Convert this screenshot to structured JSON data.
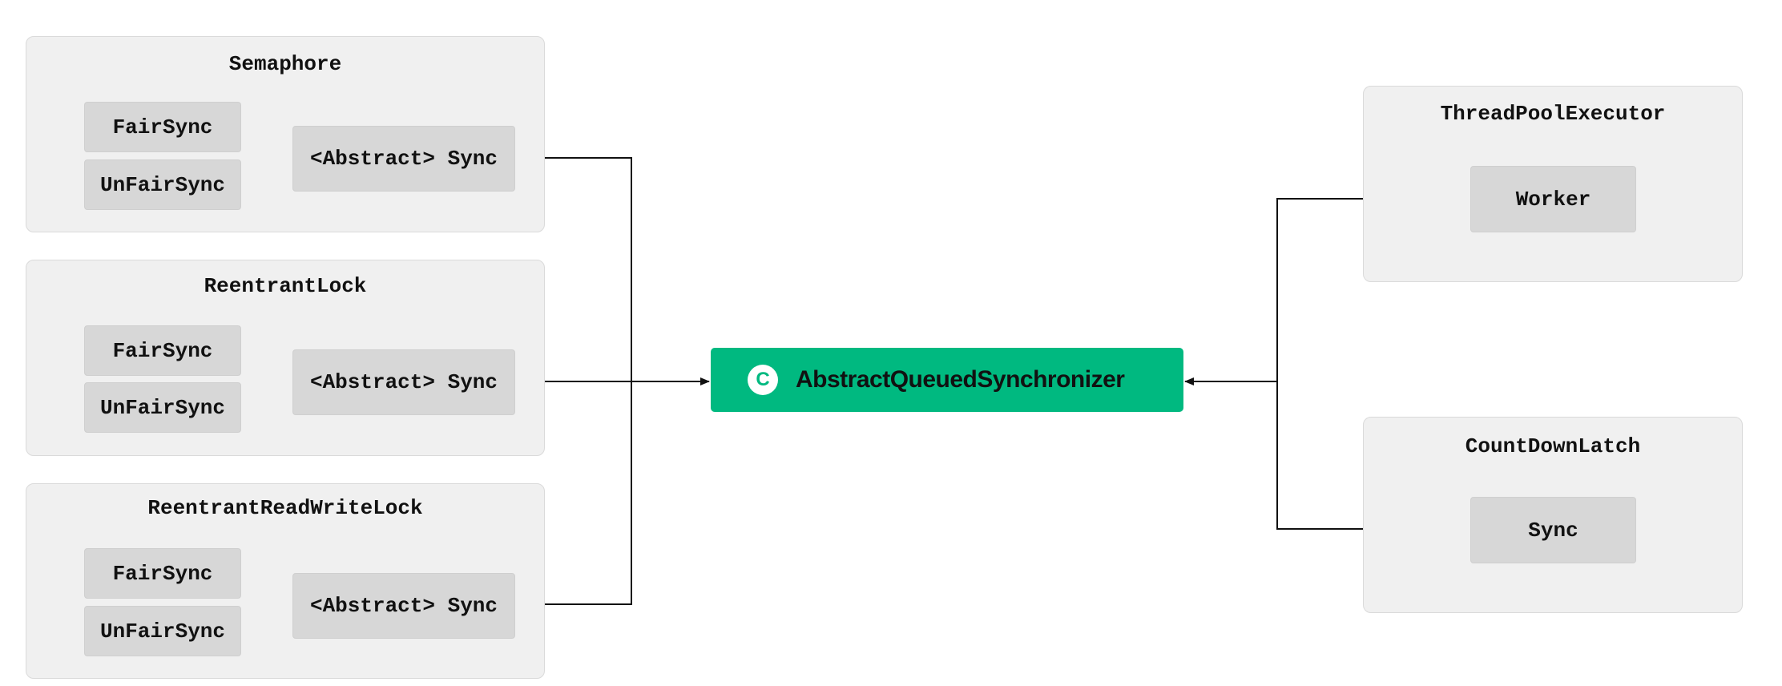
{
  "groups": {
    "semaphore": {
      "title": "Semaphore",
      "fair": "FairSync",
      "unfair": "UnFairSync",
      "sync": "<Abstract> Sync"
    },
    "reentrant_lock": {
      "title": "ReentrantLock",
      "fair": "FairSync",
      "unfair": "UnFairSync",
      "sync": "<Abstract> Sync"
    },
    "reentrant_rw_lock": {
      "title": "ReentrantReadWriteLock",
      "fair": "FairSync",
      "unfair": "UnFairSync",
      "sync": "<Abstract> Sync"
    },
    "thread_pool_executor": {
      "title": "ThreadPoolExecutor",
      "inner": "Worker"
    },
    "count_down_latch": {
      "title": "CountDownLatch",
      "inner": "Sync"
    }
  },
  "center": {
    "badge": "C",
    "label": "AbstractQueuedSynchronizer",
    "color": "#00b980"
  }
}
